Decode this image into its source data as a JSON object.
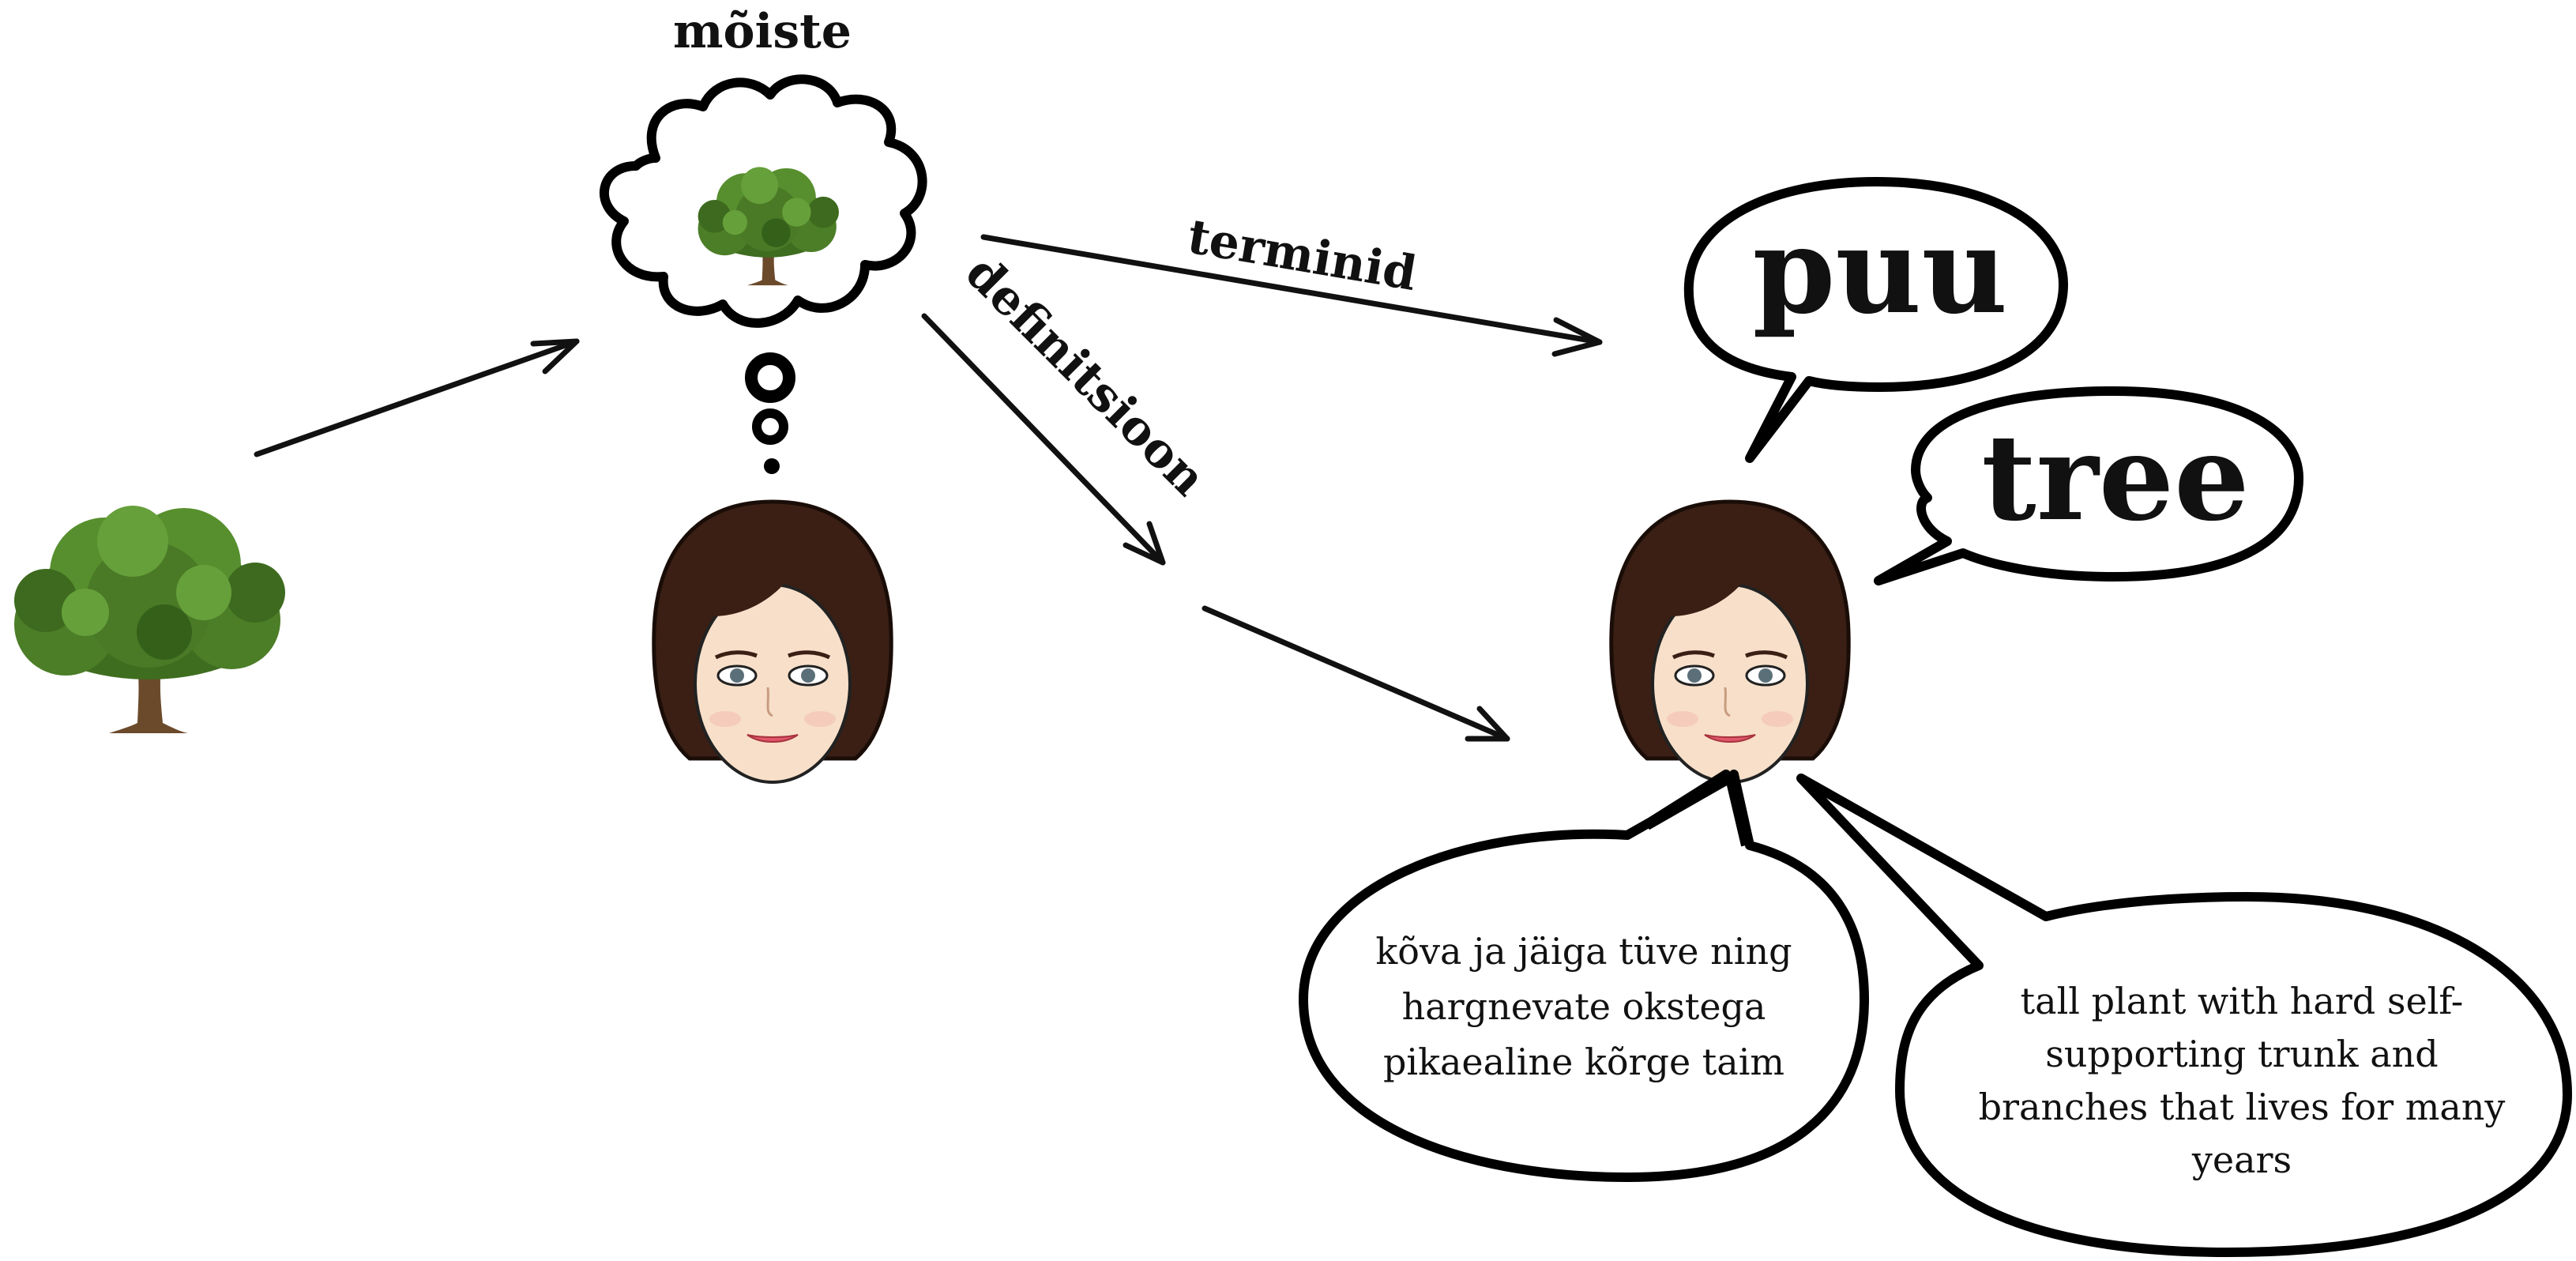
{
  "labels": {
    "concept": "mõiste",
    "terms": "terminid",
    "definition": "definitsioon"
  },
  "terms": [
    "puu",
    "tree"
  ],
  "definitions": {
    "estonian": [
      "kõva ja jäiga tüve ning",
      "hargnevate okstega",
      "pikaealine kõrge taim"
    ],
    "english": [
      "tall plant with hard self-",
      "supporting trunk and",
      "branches that lives for many",
      "years"
    ]
  }
}
